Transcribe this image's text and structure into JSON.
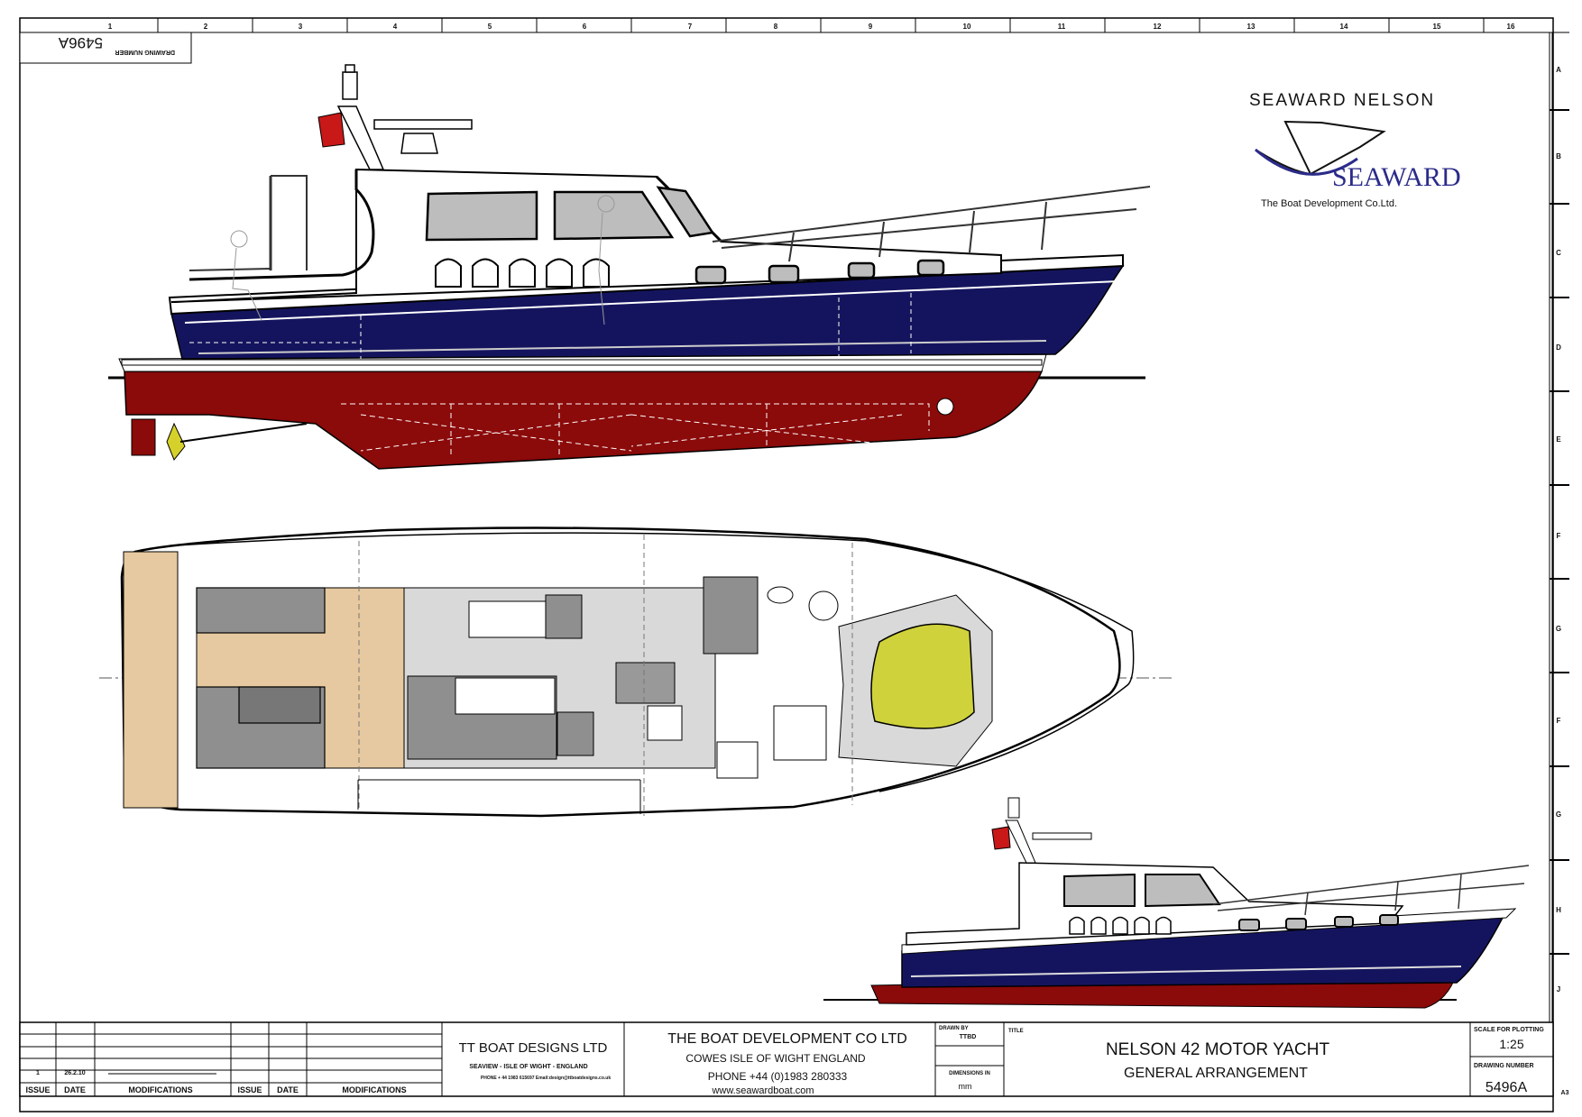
{
  "column_numbers": [
    "1",
    "2",
    "3",
    "4",
    "5",
    "6",
    "7",
    "8",
    "9",
    "10",
    "11",
    "12",
    "13",
    "14",
    "15",
    "16"
  ],
  "row_letters": [
    "A",
    "B",
    "C",
    "D",
    "E",
    "F",
    "G",
    "F",
    "G",
    "H",
    "J"
  ],
  "drawing_number_box": {
    "label": "DRAWING NUMBER",
    "value": "5496A"
  },
  "brand": {
    "model_name": "SEAWARD NELSON",
    "logo_word": "SEAWARD",
    "company": "The Boat Development Co.Ltd."
  },
  "title_block": {
    "issue_table": {
      "headers": [
        "ISSUE",
        "DATE",
        "MODIFICATIONS",
        "ISSUE",
        "DATE",
        "MODIFICATIONS"
      ],
      "row1_issue": "1",
      "row1_date": "26.2.10"
    },
    "designer": {
      "name": "TT BOAT DESIGNS LTD",
      "address": "SEAVIEW - ISLE OF WIGHT - ENGLAND",
      "contact": "PHONE + 44 1983 615697 Email:design@ttboatdesigns.co.uk"
    },
    "builder": {
      "name": "THE BOAT DEVELOPMENT CO LTD",
      "address": "COWES    ISLE OF WIGHT    ENGLAND",
      "phone": "PHONE +44 (0)1983 280333",
      "web": "www.seawardboat.com"
    },
    "drawn_by_label": "DRAWN BY",
    "drawn_by": "TTBD",
    "dimensions_label": "DIMENSIONS IN",
    "dimensions": "mm",
    "title_label": "TITLE",
    "title_line1": "NELSON 42 MOTOR YACHT",
    "title_line2": "GENERAL ARRANGEMENT",
    "scale_label": "SCALE FOR PLOTTING",
    "scale": "1:25",
    "drawing_number_label": "DRAWING NUMBER",
    "drawing_number": "5496A",
    "sheet_size": "A3"
  },
  "colors": {
    "hull_blue": "#14145e",
    "antifoul_red": "#8b0a0a",
    "seat_grey": "#8f8f8f",
    "teak": "#e6c9a0",
    "berth_yellow": "#cfd23a",
    "logo_blue": "#2b2b8a"
  }
}
